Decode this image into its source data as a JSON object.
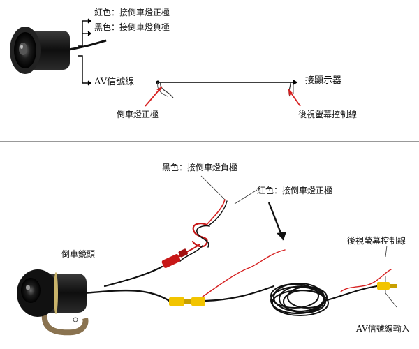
{
  "top_diagram": {
    "red_wire_label": "紅色：接倒車燈正極",
    "black_wire_label": "黑色：接倒車燈負極",
    "av_signal_label": "AV信號線",
    "display_label": "接顯示器",
    "reverse_positive_label": "倒車燈正極",
    "rear_view_control_label": "後視螢幕控制線"
  },
  "bottom_photo": {
    "black_wire_label": "黑色：接倒車燈負極",
    "red_wire_label": "紅色：接倒車燈正極",
    "camera_label": "倒車鏡頭",
    "rear_view_control_label": "後視螢幕控制線",
    "av_input_label": "AV信號線輸入"
  },
  "colors": {
    "red_wire": "#d62020",
    "black_wire": "#111111",
    "yellow_rca": "#f2c400",
    "divider": "#333333"
  }
}
